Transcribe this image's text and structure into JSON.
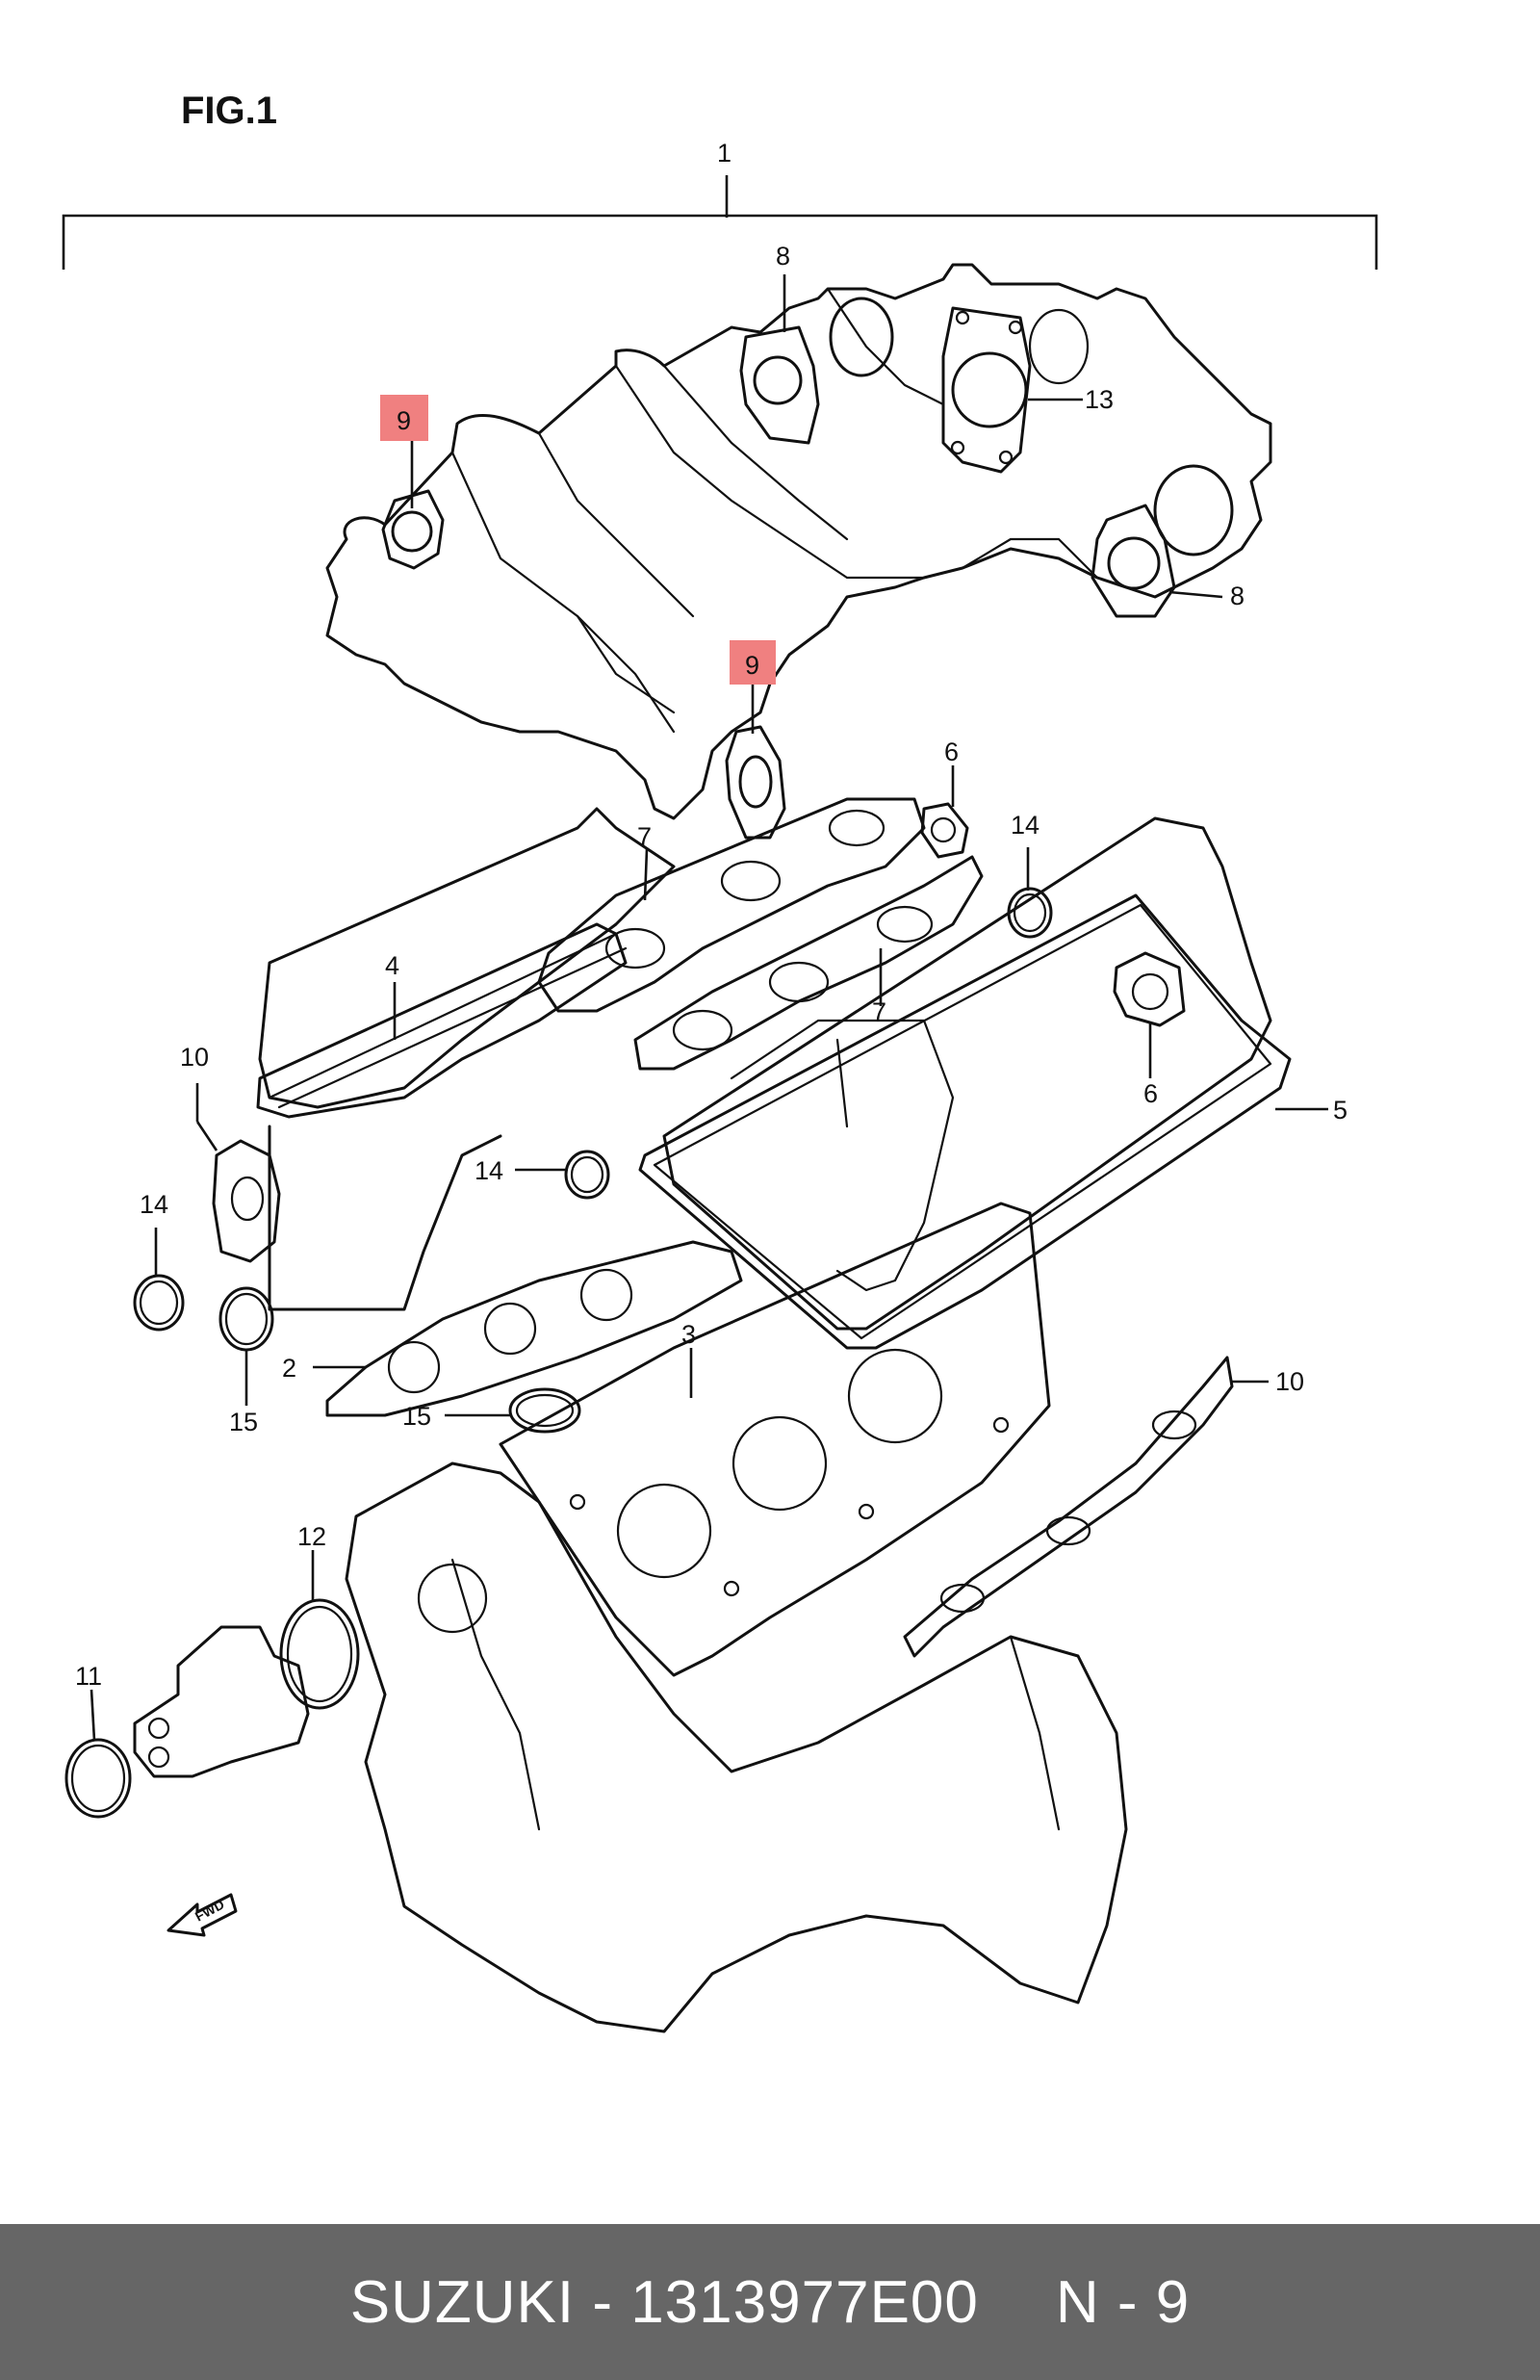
{
  "figure": {
    "title": "FIG.1"
  },
  "callouts": [
    {
      "id": "c1",
      "label": "1"
    },
    {
      "id": "c8a",
      "label": "8"
    },
    {
      "id": "c8b",
      "label": "8"
    },
    {
      "id": "c9a",
      "label": "9",
      "highlight": true
    },
    {
      "id": "c9b",
      "label": "9",
      "highlight": true
    },
    {
      "id": "c13",
      "label": "13"
    },
    {
      "id": "c6a",
      "label": "6"
    },
    {
      "id": "c6b",
      "label": "6"
    },
    {
      "id": "c7a",
      "label": "7"
    },
    {
      "id": "c7b",
      "label": "7"
    },
    {
      "id": "c4",
      "label": "4"
    },
    {
      "id": "c14a",
      "label": "14"
    },
    {
      "id": "c14b",
      "label": "14"
    },
    {
      "id": "c14c",
      "label": "14"
    },
    {
      "id": "c10a",
      "label": "10"
    },
    {
      "id": "c10b",
      "label": "10"
    },
    {
      "id": "c5",
      "label": "5"
    },
    {
      "id": "c3",
      "label": "3"
    },
    {
      "id": "c2",
      "label": "2"
    },
    {
      "id": "c15a",
      "label": "15"
    },
    {
      "id": "c15b",
      "label": "15"
    },
    {
      "id": "c12",
      "label": "12"
    },
    {
      "id": "c11",
      "label": "11"
    }
  ],
  "fwd_marker": "FWD",
  "highlight_color": "#f08080",
  "footer": {
    "brand_part": "SUZUKI - 1313977E00",
    "page": "N - 9"
  }
}
